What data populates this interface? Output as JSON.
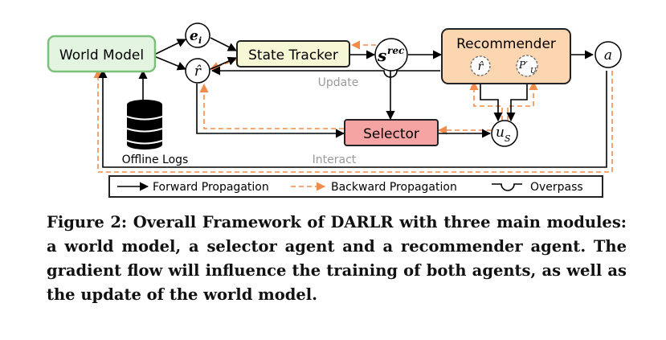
{
  "diagram": {
    "world_model": "World Model",
    "state_tracker": "State Tracker",
    "recommender": "Recommender",
    "selector": "Selector",
    "offline_logs": "Offline Logs",
    "update": "Update",
    "interact": "Interact",
    "nodes": {
      "e_base": "e",
      "e_sub": "i",
      "r_hat": "r̂",
      "s_base": "s",
      "s_sup": "rec",
      "a": "a",
      "u_base": "u",
      "u_sub": "S",
      "p_base": "P′",
      "p_sub": "U",
      "rec_r_hat": "r̂"
    }
  },
  "legend": {
    "forward": "Forward Propagation",
    "backward": "Backward Propagation",
    "overpass": "Overpass"
  },
  "colors": {
    "world_model_fill": "#e3f4e0",
    "world_model_stroke": "#7cc17a",
    "state_tracker_fill": "#f6f7d5",
    "state_tracker_stroke": "#222222",
    "recommender_fill": "#fbd6b0",
    "selector_fill": "#f6a3a3",
    "backward_arrow": "#f28c4b",
    "forward_arrow": "#000000"
  },
  "caption": "Figure 2: Overall Framework of DARLR with three main modules: a world model, a selector agent and a recommender agent. The gradient flow will influence the training of both agents, as well as the update of the world model."
}
